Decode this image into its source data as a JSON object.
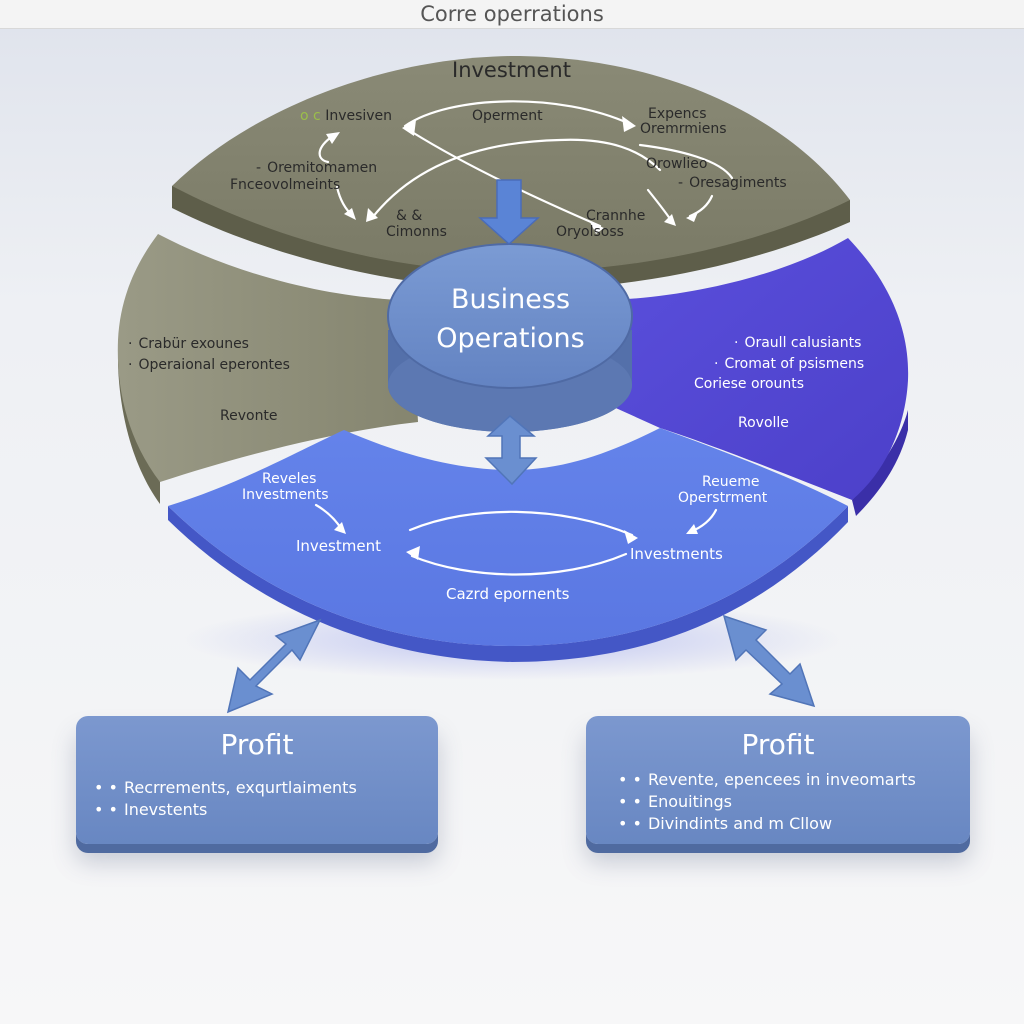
{
  "header": {
    "title": "Corre operrations"
  },
  "center": {
    "line1": "Business",
    "line2": "Operations"
  },
  "top_segment": {
    "title": "Investment",
    "labels": [
      "Invesiven",
      "Operment",
      "Expencs",
      "Oremrmiens",
      "Oremitomamen",
      "Fnceovolmeints",
      "Orowlieo",
      "Oresagiments",
      "& &",
      "Cimonns",
      "Crannhe",
      "Oryolsoss"
    ]
  },
  "left_segment": {
    "labels": [
      "Crabür exounes",
      "Operaional eperontes",
      "Revonte"
    ]
  },
  "right_segment": {
    "labels": [
      "Oraull calusiants",
      "Cromat of psismens",
      "Coriese orounts",
      "Rovolle"
    ]
  },
  "bottom_segment": {
    "labels": [
      "Reveles",
      "Investments",
      "Reueme",
      "Operstrment",
      "Investment",
      "Investments",
      "Cazrd epornents"
    ]
  },
  "cards": [
    {
      "title": "Profit",
      "items": [
        "Recrrements,  exqurtlaiments",
        "Inevstents"
      ]
    },
    {
      "title": "Profit",
      "items": [
        "Revente,  epencees in inveomarts",
        "Enouitings",
        "Divindints and m Cllow"
      ]
    }
  ],
  "colors": {
    "olive": "#8b8b75",
    "olive_side": "#65654f",
    "indigo": "#5c52d9",
    "blue": "#5f7ee8",
    "center": "#7091cc",
    "card": "#7590c8",
    "arrow": "#6a8fd0"
  },
  "icons": [
    "cycle-arrow-icon",
    "bidirectional-arrow-icon",
    "down-arrow-icon"
  ]
}
